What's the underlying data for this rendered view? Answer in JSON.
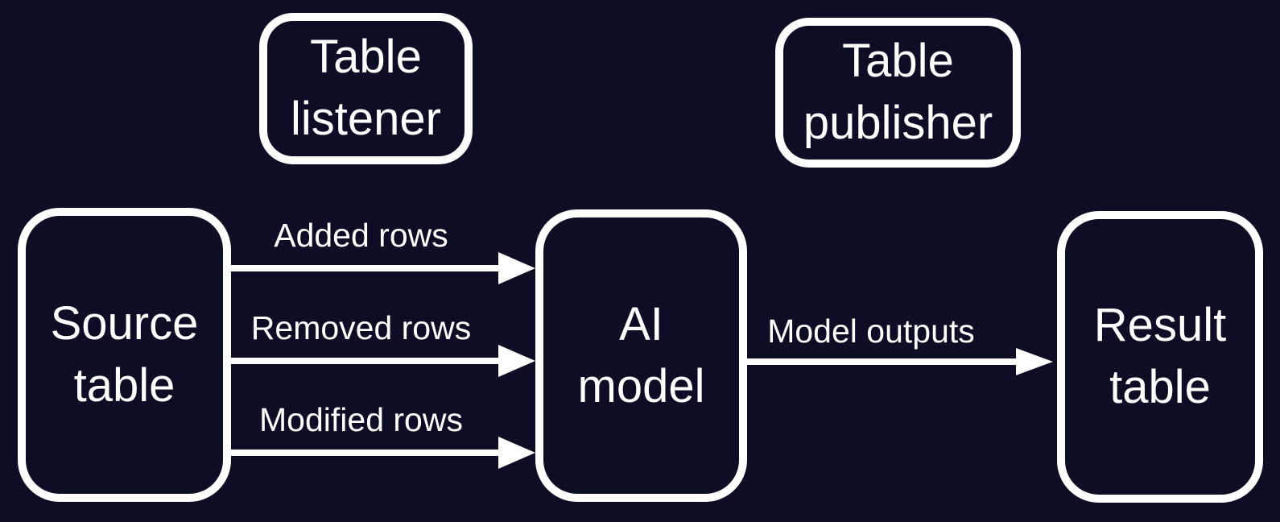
{
  "colors": {
    "background": "#0d0e26",
    "stroke": "#ffffff",
    "text": "#ffffff"
  },
  "nodes": {
    "table_listener": {
      "lines": [
        "Table",
        "listener"
      ]
    },
    "table_publisher": {
      "lines": [
        "Table",
        "publisher"
      ]
    },
    "source_table": {
      "lines": [
        "Source",
        "table"
      ]
    },
    "ai_model": {
      "lines": [
        "AI",
        "model"
      ]
    },
    "result_table": {
      "lines": [
        "Result",
        "table"
      ]
    }
  },
  "edges": {
    "added_rows": {
      "label": "Added rows"
    },
    "removed_rows": {
      "label": "Removed rows"
    },
    "modified_rows": {
      "label": "Modified rows"
    },
    "model_outputs": {
      "label": "Model outputs"
    }
  }
}
